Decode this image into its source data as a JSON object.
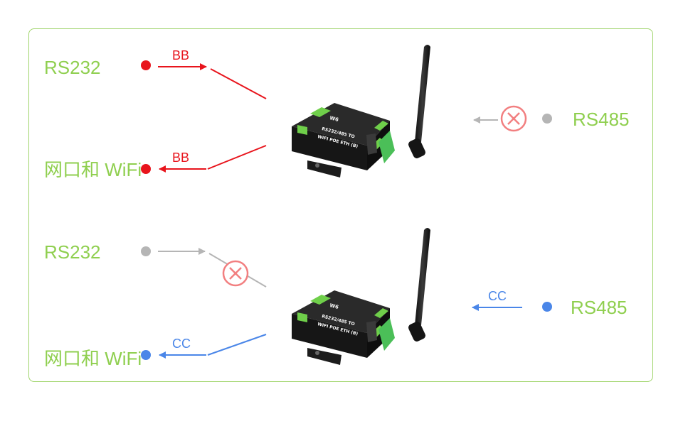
{
  "scenario_top": {
    "left_top_label": "RS232",
    "left_bottom_label": "网口和 WiFi",
    "right_label": "RS485",
    "arrow_top_text": "BB",
    "arrow_bottom_text": "BB"
  },
  "scenario_bottom": {
    "left_top_label": "RS232",
    "left_bottom_label": "网口和 WiFi",
    "right_label": "RS485",
    "arrow_right_text": "CC",
    "arrow_bottom_text": "CC"
  },
  "device": {
    "brand_mark": "W6",
    "model_line1": "RS232/485 TO",
    "model_line2": "WIFI POE ETH (B)"
  },
  "colors": {
    "frame": "#9fd46a",
    "label": "#8fcf4f",
    "red": "#e8141c",
    "blue": "#4a86e8",
    "gray": "#b5b5b5",
    "blocked": "#f27f80"
  }
}
